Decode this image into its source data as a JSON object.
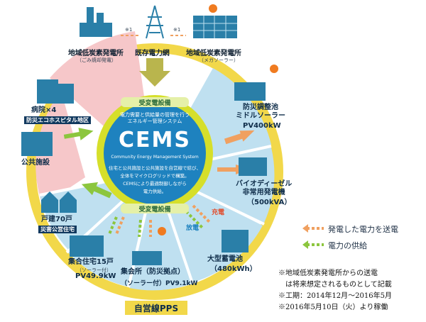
{
  "top": {
    "left_plant": {
      "name": "地域低炭素発電所",
      "sub": "（ごみ焼却発電）"
    },
    "grid": {
      "name": "既存電力網"
    },
    "right_plant": {
      "name": "地域低炭素発電所",
      "sub": "（メガソーラー）"
    },
    "mark_left": "※1",
    "mark_right": "※1"
  },
  "segments": {
    "hospital": {
      "name": "病院×4",
      "tag": "防災エコホスピタル地区"
    },
    "public": {
      "name": "公共施設"
    },
    "houses": {
      "name": "戸建70戸",
      "tag": "災害公営住宅"
    },
    "housing15": {
      "name": "集合住宅15戸",
      "sub": "（ソーラー付）",
      "pv": "PV49.9kW"
    },
    "assembly": {
      "name": "集会所（防災拠点）",
      "sub": "（ソーラー付）PV9.1kW"
    },
    "battery": {
      "name": "大型蓄電池",
      "cap": "（480kWh）"
    },
    "diesel": {
      "name": "バイオディーゼル\n非常用発電機",
      "cap": "（500kVA）"
    },
    "solar": {
      "name": "防災調整池\nミドルソーラー",
      "cap": "PV400kW"
    }
  },
  "center": {
    "grid_top": "受変電設備",
    "desc_top": "電力需要と供給量の管理を行う\nエネルギー管理システム",
    "logo": "CEMS",
    "logo_sub": "Community Energy Management System",
    "desc_body": "住宅と公共施設と公共施設を自営線で結び、\n全体をマイクログリッドで構築。\nCEMSにより最適制御しながら\n電力供給。",
    "grid_bottom": "受変電設備"
  },
  "flow_labels": {
    "charge": "充電",
    "discharge": "放電"
  },
  "ring_label": "自営線PPS",
  "legend": [
    {
      "text": "発電した電力を送電",
      "color": "#f0a060"
    },
    {
      "text": "電力の供給",
      "color": "#8cc63e"
    }
  ],
  "notes": [
    "※地域低炭素発電所からの送電",
    "　は将来想定されるものとして記載",
    "※工期：2014年12月～2016年5月",
    "※2016年5月10日（火）より稼働"
  ],
  "colors": {
    "ring": "#f2d84a",
    "pink": "#f6c7c9",
    "blue": "#bfe0f0",
    "center_blue": "#1e82bf",
    "center_ring": "#d6df2a",
    "grid_band": "#e5f0a8",
    "orange": "#f0a060",
    "green": "#8cc63e"
  }
}
